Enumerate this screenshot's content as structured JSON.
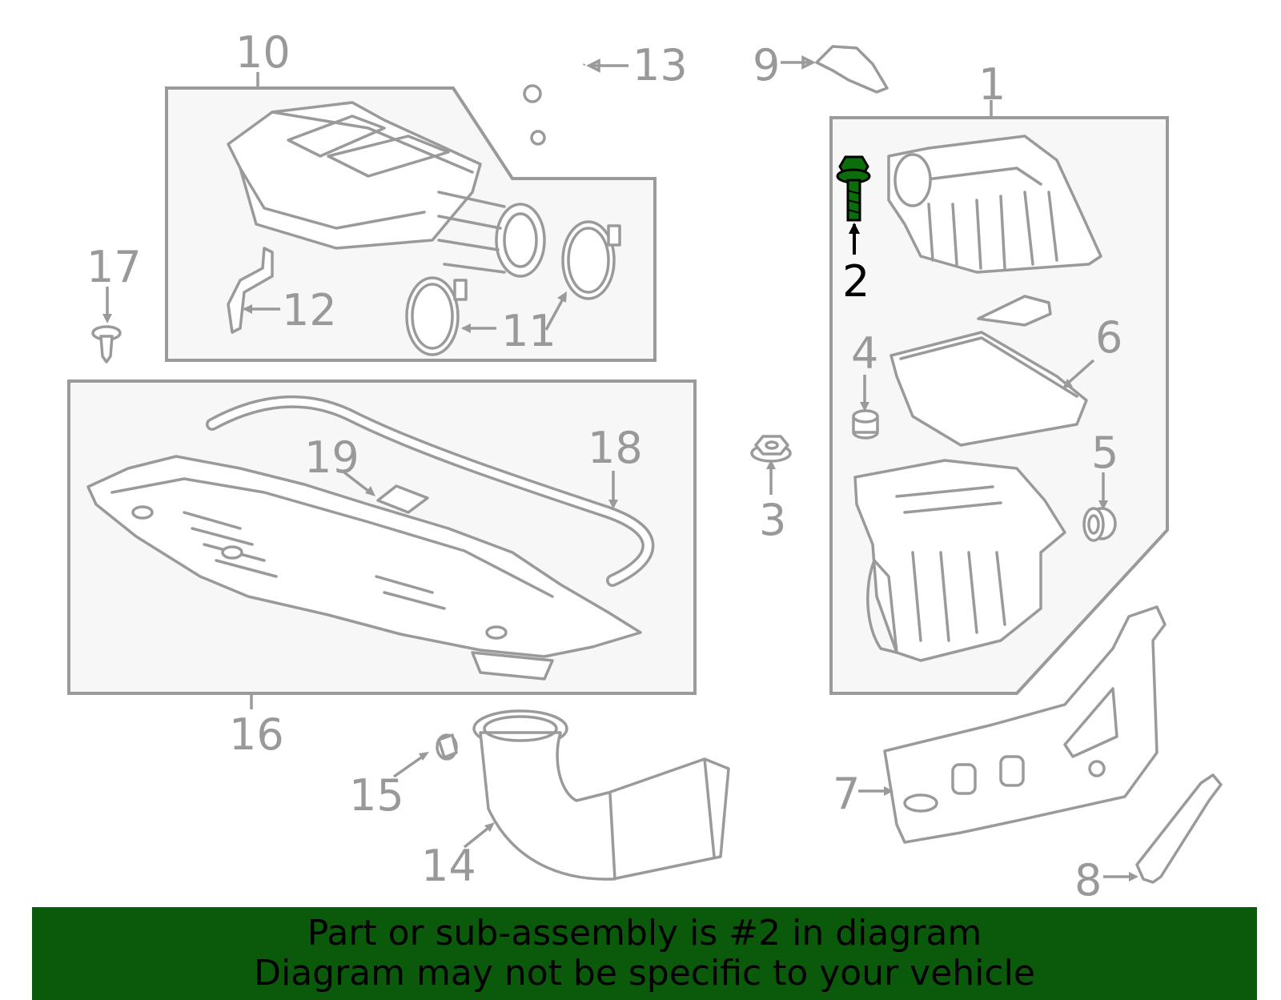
{
  "callouts": {
    "c1": "1",
    "c2": "2",
    "c3": "3",
    "c4": "4",
    "c5": "5",
    "c6": "6",
    "c7": "7",
    "c8": "8",
    "c9": "9",
    "c10": "10",
    "c11": "11",
    "c12": "12",
    "c13": "13",
    "c14": "14",
    "c15": "15",
    "c16": "16",
    "c17": "17",
    "c18": "18",
    "c19": "19"
  },
  "highlight_part": "2",
  "colors": {
    "line_art": "#9a9a9a",
    "highlight_part": "#0b6e0b",
    "banner_bg": "#0b5a0b",
    "banner_text": "#000000"
  },
  "banner": {
    "line1": "Part or sub-assembly is #2 in diagram",
    "line2": "Diagram may not be specific to your vehicle"
  }
}
